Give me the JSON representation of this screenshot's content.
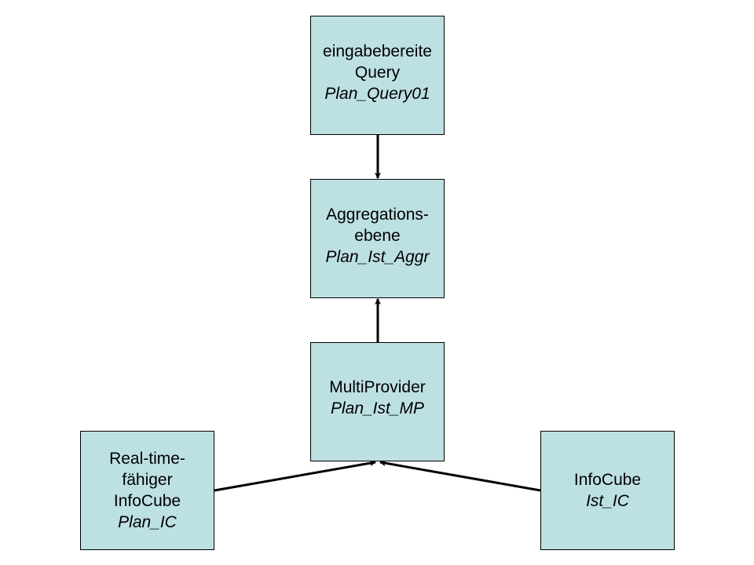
{
  "diagram": {
    "box_fill": "#bde0e3",
    "line_color": "#000000",
    "nodes": {
      "query": {
        "lines": [
          "eingabebereite",
          "Query"
        ],
        "technical_name": "Plan_Query01"
      },
      "aggregation": {
        "lines": [
          "Aggregations-",
          "ebene"
        ],
        "technical_name": "Plan_Ist_Aggr"
      },
      "multiprovider": {
        "lines": [
          "MultiProvider"
        ],
        "technical_name": "Plan_Ist_MP"
      },
      "plan_cube": {
        "lines": [
          "Real-time-",
          "fähiger",
          "InfoCube"
        ],
        "technical_name": "Plan_IC"
      },
      "ist_cube": {
        "lines": [
          "InfoCube"
        ],
        "technical_name": "Ist_IC"
      }
    },
    "edges": [
      {
        "from": "query",
        "to": "aggregation"
      },
      {
        "from": "multiprovider",
        "to": "aggregation"
      },
      {
        "from": "plan_cube",
        "to": "multiprovider"
      },
      {
        "from": "ist_cube",
        "to": "multiprovider"
      }
    ]
  }
}
